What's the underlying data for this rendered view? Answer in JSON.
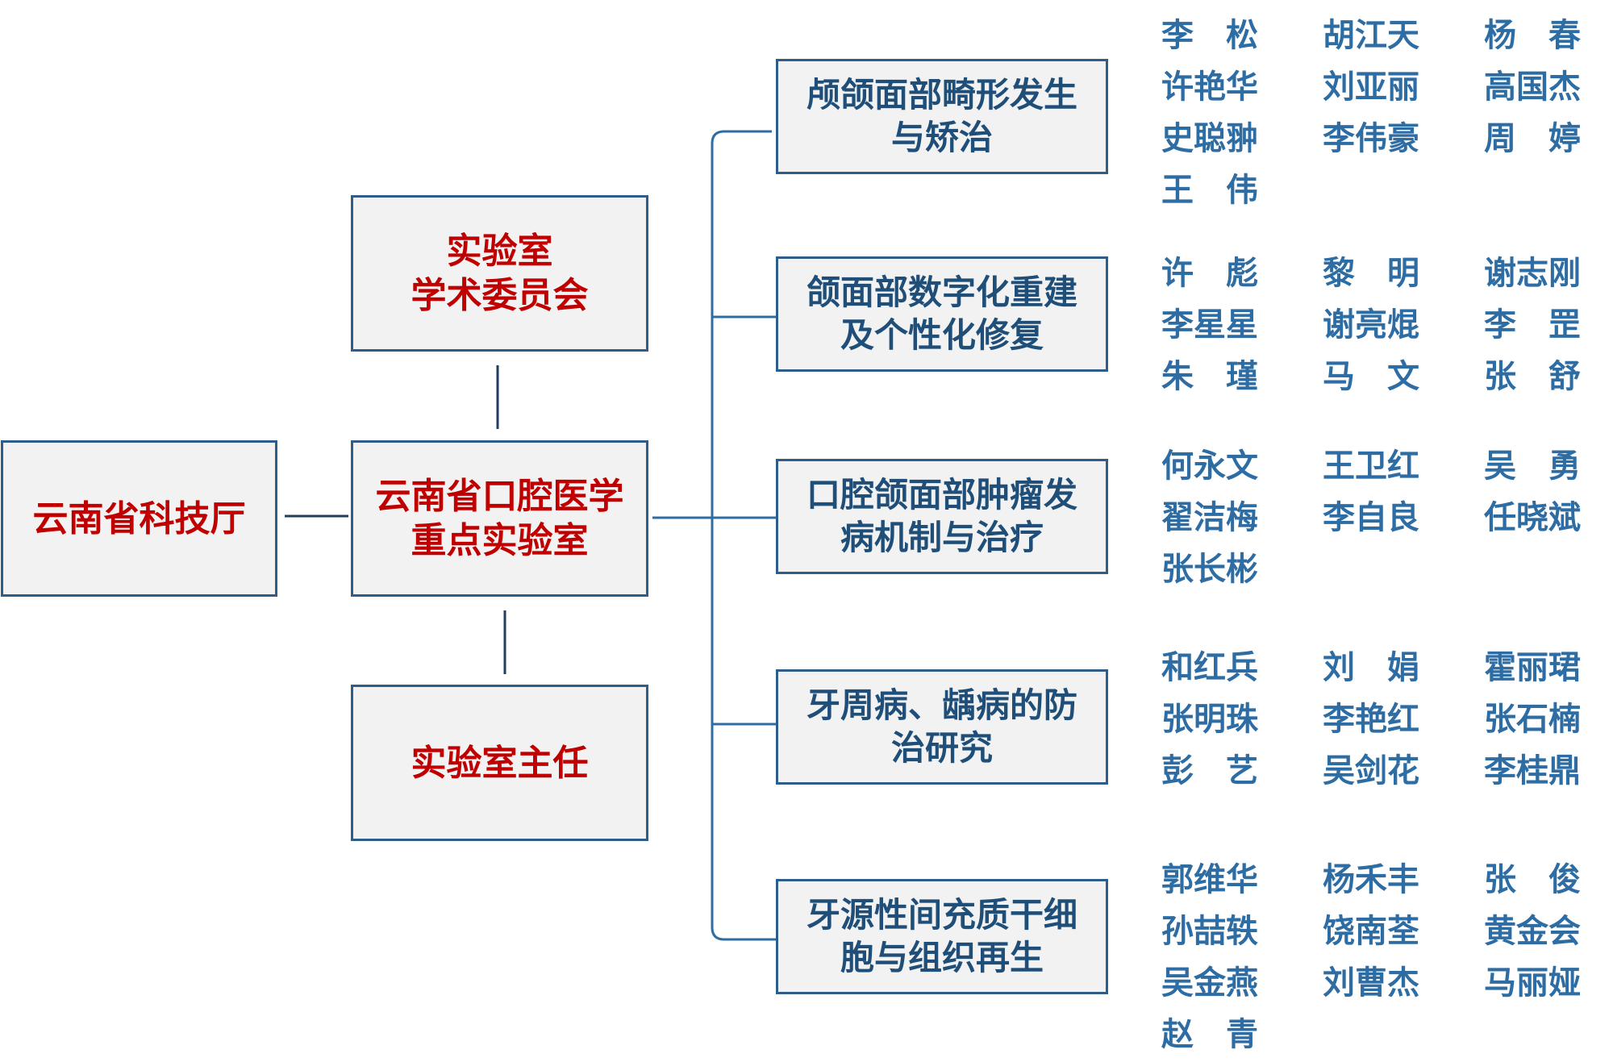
{
  "diagram": {
    "department": "云南省科技厅",
    "laboratory": [
      "云南省口腔医学",
      "重点实验室"
    ],
    "committee": [
      "实验室",
      "学术委员会"
    ],
    "director": [
      "实验室主任"
    ]
  },
  "directions": [
    {
      "title": [
        "颅颌面部畸形发生",
        "与矫治"
      ],
      "members": [
        "李　松",
        "胡江天",
        "杨　春",
        "许艳华",
        "刘亚丽",
        "高国杰",
        "史聪翀",
        "李伟豪",
        "周　婷",
        "王　伟"
      ]
    },
    {
      "title": [
        "颌面部数字化重建",
        "及个性化修复"
      ],
      "members": [
        "许　彪",
        "黎　明",
        "谢志刚",
        "李星星",
        "谢亮焜",
        "李　罡",
        "朱　瑾",
        "马　文",
        "张　舒"
      ]
    },
    {
      "title": [
        "口腔颌面部肿瘤发",
        "病机制与治疗"
      ],
      "members": [
        "何永文",
        "王卫红",
        "吴　勇",
        "翟洁梅",
        "李自良",
        "任晓斌",
        "张长彬"
      ]
    },
    {
      "title": [
        "牙周病、龋病的防",
        "治研究"
      ],
      "members": [
        "和红兵",
        "刘　娟",
        "霍丽珺",
        "张明珠",
        "李艳红",
        "张石楠",
        "彭　艺",
        "吴剑花",
        "李桂鼎"
      ]
    },
    {
      "title": [
        "牙源性间充质干细",
        "胞与组织再生"
      ],
      "members": [
        "郭维华",
        "杨禾丰",
        "张　俊",
        "孙喆轶",
        "饶南荃",
        "黄金会",
        "吴金燕",
        "刘曹杰",
        "马丽娅",
        "赵　青"
      ]
    }
  ]
}
